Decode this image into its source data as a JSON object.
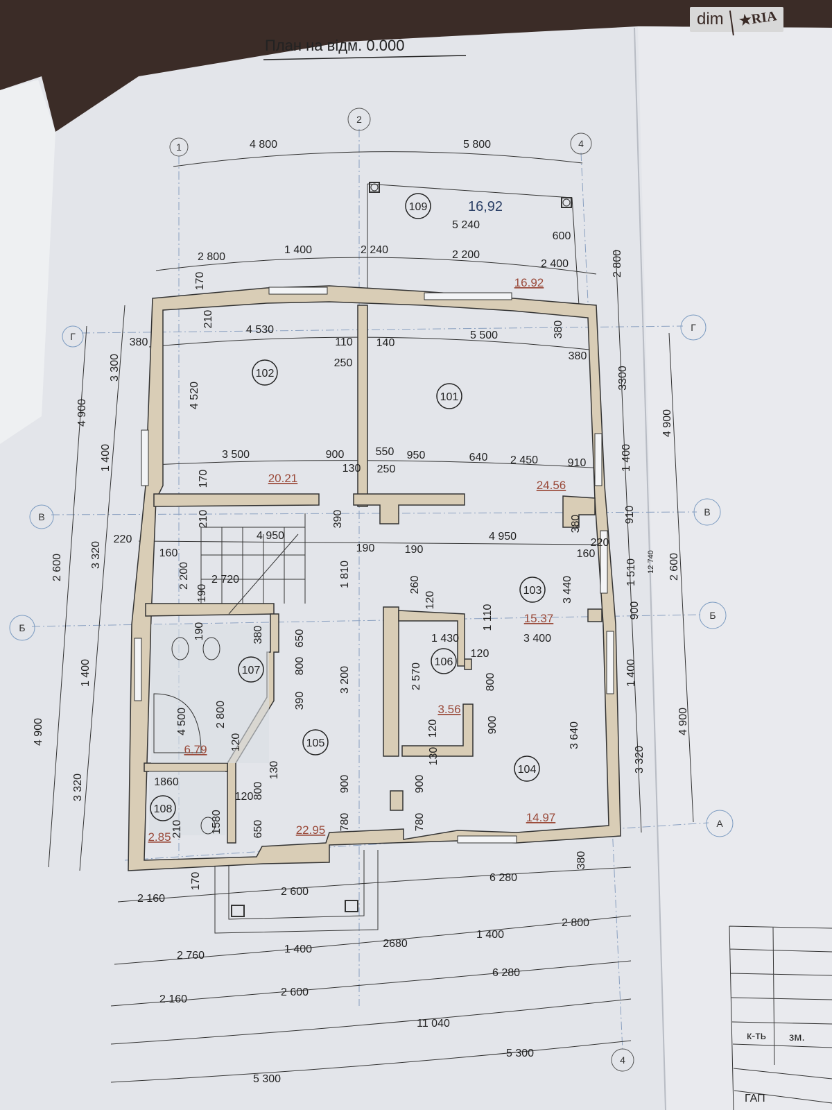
{
  "watermark": {
    "brand": "dim",
    "brand_mark": "RIA"
  },
  "title": "План на відм. 0.000",
  "axes": {
    "a1": "1",
    "a2": "2",
    "a4": "4",
    "a4b": "4",
    "g_left": "Г",
    "g_right": "Г",
    "v_left": "В",
    "v_right": "В",
    "b_left": "Б",
    "b_right": "Б",
    "a_right": "А"
  },
  "rooms": [
    "109",
    "102",
    "101",
    "103",
    "106",
    "107",
    "105",
    "104",
    "108"
  ],
  "areas": [
    "16,92",
    "16.92",
    "20.21",
    "24.56",
    "15.37",
    "3.56",
    "6.79",
    "14.97",
    "22.95",
    "2.85"
  ],
  "dims": [
    "4 800",
    "5 800",
    "5 240",
    "600",
    "2 800",
    "1 400",
    "2 240",
    "2 200",
    "2 400",
    "2 800",
    "170",
    "210",
    "4 530",
    "5 500",
    "380",
    "110",
    "140",
    "380",
    "380",
    "250",
    "3 300",
    "4 900",
    "4 520",
    "3300",
    "4 900",
    "3 500",
    "900",
    "550",
    "950",
    "640",
    "2 450",
    "910",
    "130",
    "250",
    "1 400",
    "170",
    "1 400",
    "390",
    "210",
    "4 950",
    "4 950",
    "220",
    "160",
    "190",
    "190",
    "380",
    "910",
    "220",
    "160",
    "2 600",
    "3 320",
    "1 810",
    "2 200",
    "2 720",
    "190",
    "260",
    "120",
    "3 440",
    "1 510",
    "12 740",
    "2 600",
    "900",
    "190",
    "380",
    "650",
    "1 430",
    "3 400",
    "1 110",
    "120",
    "2 570",
    "800",
    "1 400",
    "1 400",
    "390",
    "800",
    "3 200",
    "4 500",
    "2 800",
    "900",
    "120",
    "120",
    "4 900",
    "4 900",
    "3 640",
    "3 320",
    "3 320",
    "130",
    "1860",
    "120",
    "800",
    "130",
    "900",
    "900",
    "1580",
    "210",
    "650",
    "780",
    "780",
    "380",
    "170",
    "2 160",
    "2 600",
    "6 280",
    "2 760",
    "1 400",
    "2680",
    "1 400",
    "2 800",
    "2 160",
    "2 600",
    "6 280",
    "11 040",
    "5 300",
    "5 300"
  ],
  "title_block": {
    "qty": "к-ть",
    "change": "зм.",
    "gap": "ГАП"
  }
}
